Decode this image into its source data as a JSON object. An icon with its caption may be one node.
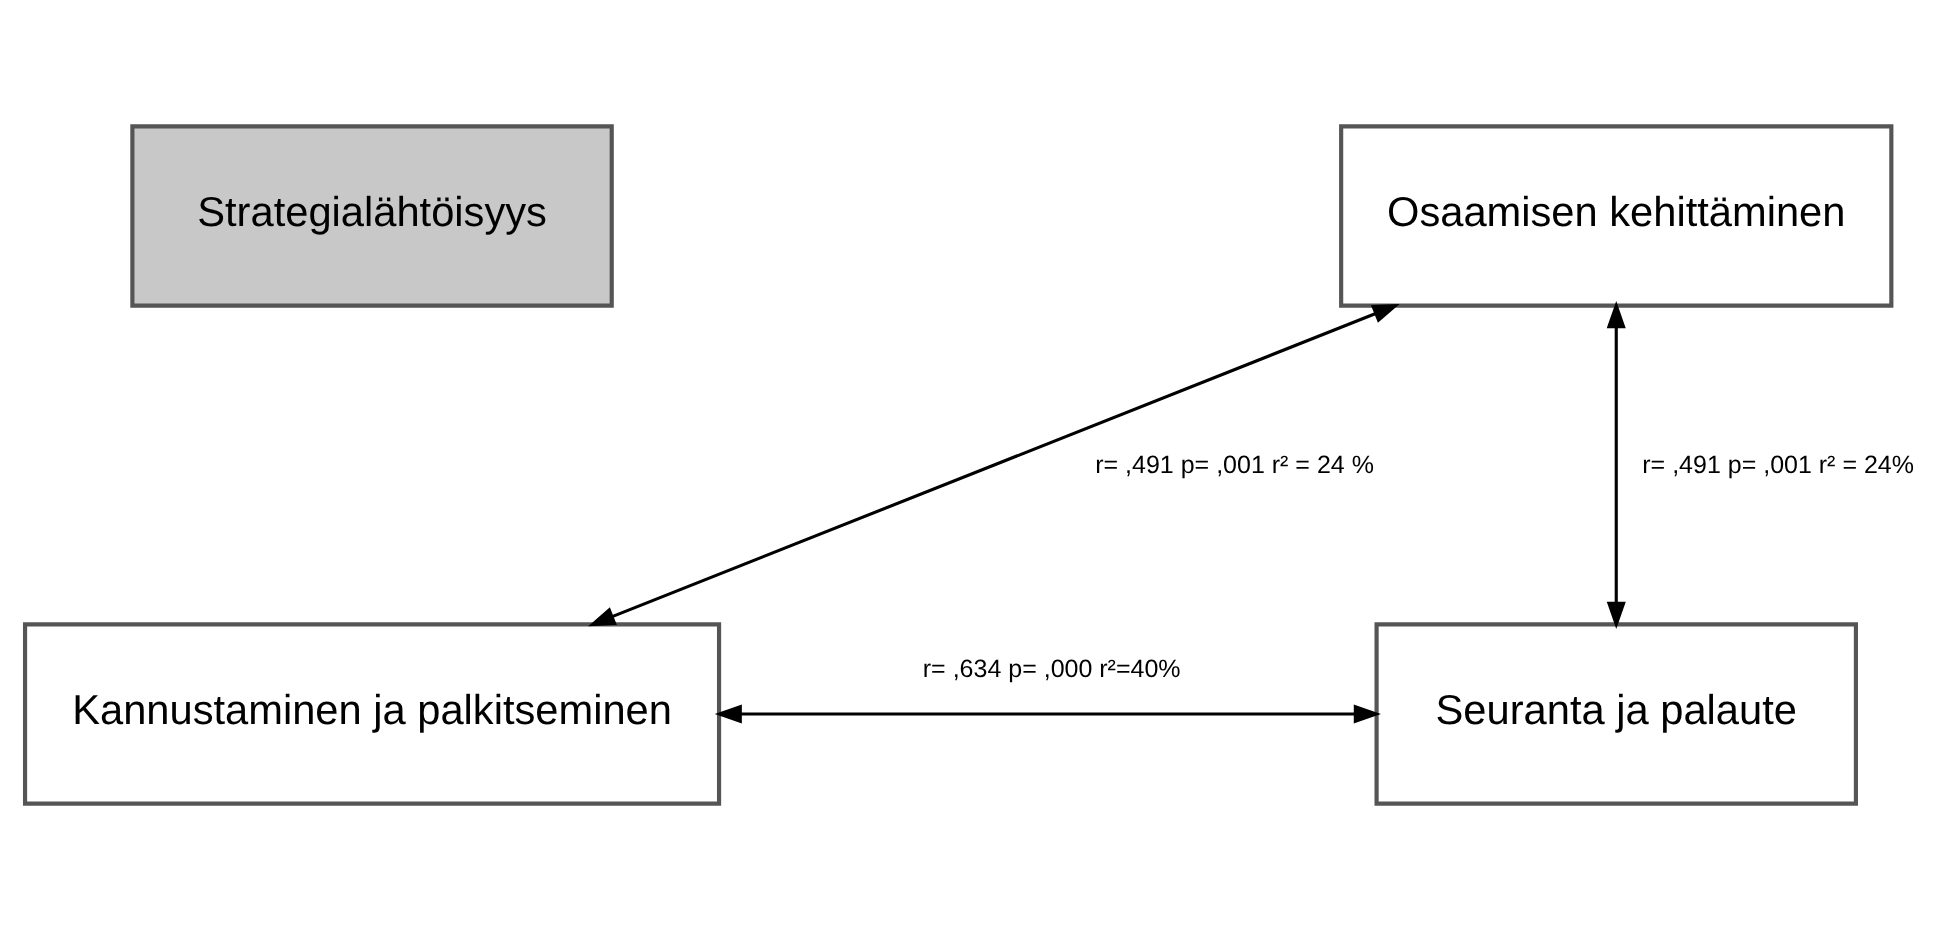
{
  "diagram": {
    "nodes": [
      {
        "text": [
          "Strategialähtöisyys"
        ]
      },
      {
        "text": [
          "Osaamisen kehittäminen"
        ]
      },
      {
        "text": [
          "Kannustaminen ja palkitseminen"
        ]
      },
      {
        "text": [
          "Seuranta ja palaute"
        ]
      }
    ],
    "edges": [
      {
        "from": 1,
        "to": 2,
        "arrow": "both",
        "label": "r= ,491 p= ,001 r² = 24 %"
      },
      {
        "from": 1,
        "to": 3,
        "arrow": "both",
        "label": "r= ,491 p= ,001 r² = 24%"
      },
      {
        "from": 2,
        "to": 3,
        "arrow": "both",
        "label": "r= ,634 p= ,000 r²=40%"
      }
    ]
  }
}
